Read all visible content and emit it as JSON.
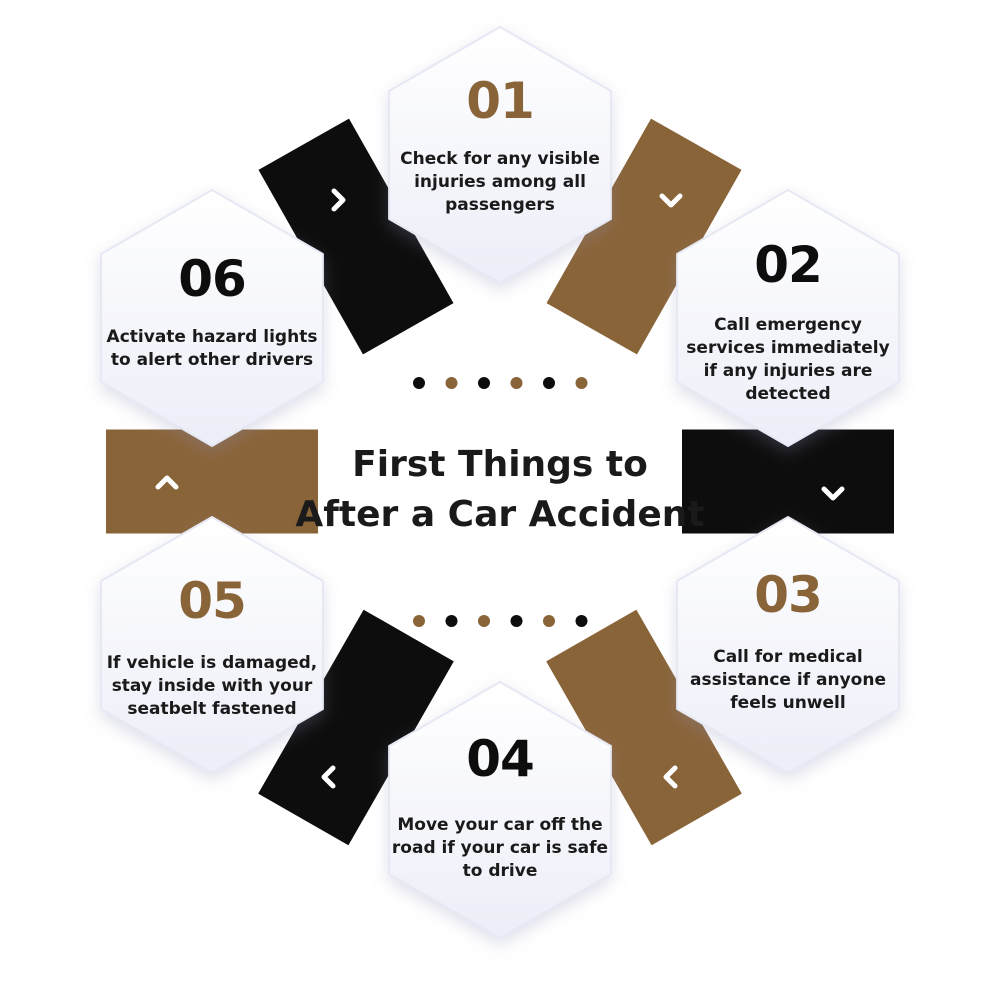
{
  "title": {
    "line1": "First Things to",
    "line2": "After a Car Accident"
  },
  "colors": {
    "brown": "#8a6439",
    "black": "#0d0d0d",
    "hex_fill": "#f4f4fb",
    "text": "#1a1a1a"
  },
  "steps": [
    {
      "number": "01",
      "number_color": "brown",
      "lines": [
        "Check for any visible",
        "injuries among all",
        "passengers"
      ]
    },
    {
      "number": "02",
      "number_color": "black",
      "lines": [
        "Call emergency",
        "services immediately",
        "if any injuries are",
        "detected"
      ]
    },
    {
      "number": "03",
      "number_color": "brown",
      "lines": [
        "Call for medical",
        "assistance if anyone",
        "feels unwell"
      ]
    },
    {
      "number": "04",
      "number_color": "black",
      "lines": [
        "Move your car off the",
        "road if your car is safe",
        "to drive"
      ]
    },
    {
      "number": "05",
      "number_color": "brown",
      "lines": [
        "If vehicle is damaged,",
        "stay inside with your",
        "seatbelt fastened"
      ]
    },
    {
      "number": "06",
      "number_color": "black",
      "lines": [
        "Activate hazard lights",
        "to alert other drivers"
      ]
    }
  ],
  "connectors": [
    {
      "between": "01-02",
      "color": "brown",
      "icon": "chevron-down-icon"
    },
    {
      "between": "02-03",
      "color": "black",
      "icon": "chevron-down-icon"
    },
    {
      "between": "03-04",
      "color": "brown",
      "icon": "chevron-left-icon"
    },
    {
      "between": "04-05",
      "color": "black",
      "icon": "chevron-left-icon"
    },
    {
      "between": "05-06",
      "color": "brown",
      "icon": "chevron-up-icon"
    },
    {
      "between": "06-01",
      "color": "black",
      "icon": "chevron-right-icon"
    }
  ],
  "dot_rows": [
    [
      "black",
      "brown",
      "black",
      "brown",
      "black",
      "brown"
    ],
    [
      "brown",
      "black",
      "brown",
      "black",
      "brown",
      "black"
    ]
  ]
}
